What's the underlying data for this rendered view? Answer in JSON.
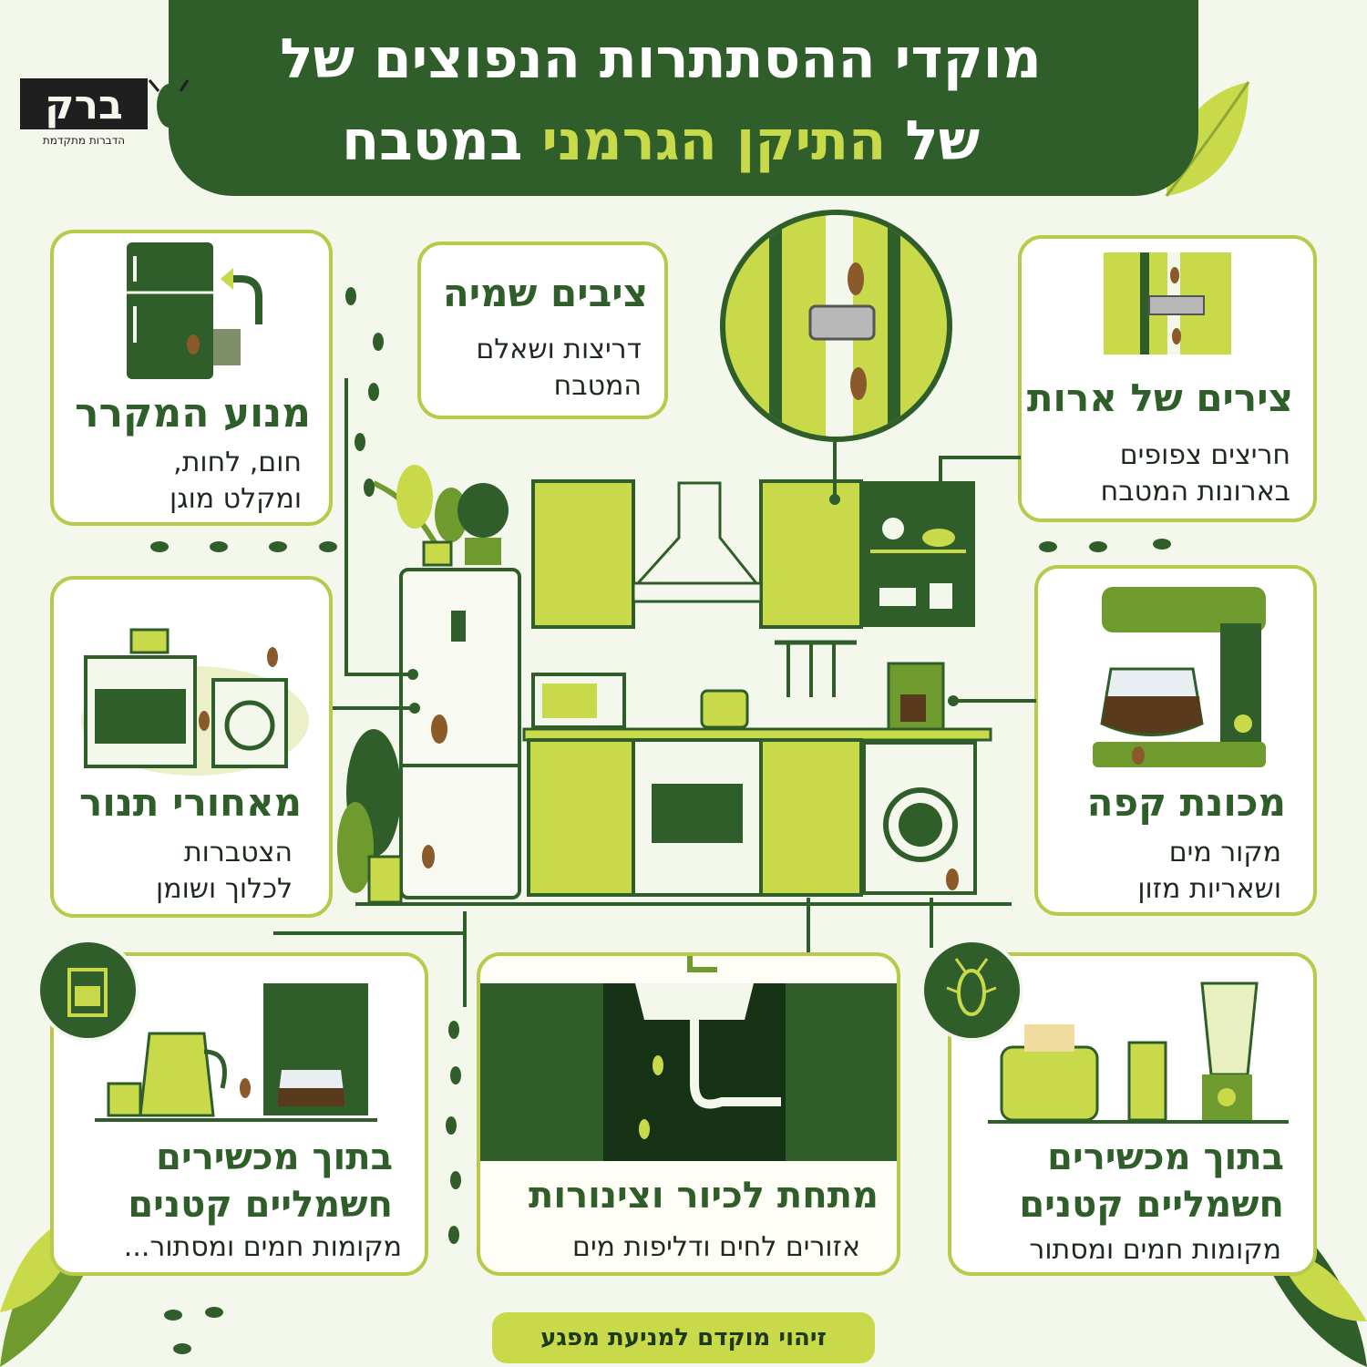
{
  "title": {
    "line1": "מוקדי ההסתתרות הנפוצים של",
    "line2_pre": "של",
    "line2_highlight": "התיקן הגרמני",
    "line2_post": "במטבח"
  },
  "logo": {
    "name": "ברק",
    "tagline": "הדברות מתקדמת"
  },
  "cards": {
    "fridge_motor": {
      "title": "מנוע המקרר",
      "text": "חום, לחות,\nומקלט מוגן"
    },
    "sealings": {
      "title": "ציבים שמיה",
      "text": "דריצות ושאלם\nהמטבח"
    },
    "cabinet_hinges": {
      "title": "צירים של ארות",
      "text": "חריצים צפופים\nבארונות המטבח"
    },
    "behind_oven": {
      "title": "מאחורי תנור",
      "text": "הצטברות\nלכלוך ושומן"
    },
    "coffee_machine": {
      "title": "מכונת קפה",
      "text": "מקור מים\nושאריות מזון"
    },
    "small_appliances_left": {
      "title": "בתוך מכשירים\nחשמליים קטנים",
      "text": "מקומות חמים ומסתור..."
    },
    "under_sink": {
      "title": "מתחת לכיור וצינורות",
      "text": "אזורים לחים ודליפות מים"
    },
    "small_appliances_right": {
      "title": "בתוך מכשירים\nחשמליים קטנים",
      "text": "מקומות חמים ומסתור"
    }
  },
  "footer": "זיהוי מוקדם למניעת מפגע",
  "colors": {
    "dark_green": "#2f5e2a",
    "lime": "#c8d94a",
    "pale_lime": "#b9c94a",
    "background": "#f4f7ec"
  }
}
